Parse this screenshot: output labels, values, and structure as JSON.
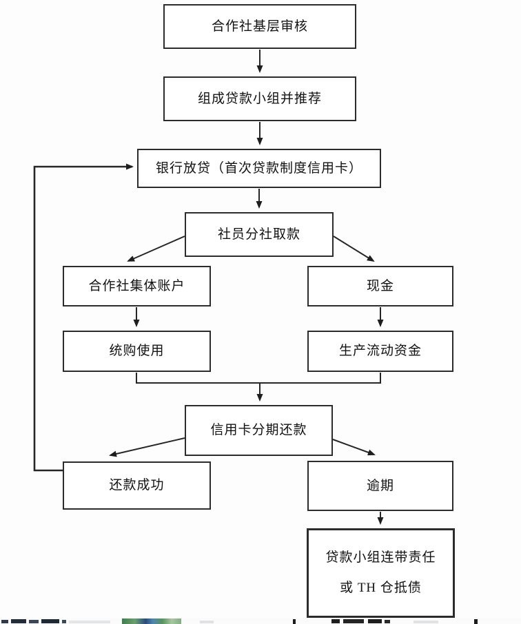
{
  "diagram": {
    "type": "flowchart",
    "line_color": "#262626",
    "box_border_color": "#2b2b2b",
    "background_color": "#fdfdfd",
    "nodes": [
      {
        "id": "review",
        "label": "合作社基层审核"
      },
      {
        "id": "group",
        "label": "组成贷款小组并推荐"
      },
      {
        "id": "bank",
        "label": "银行放贷（首次贷款制度信用卡）"
      },
      {
        "id": "withdraw",
        "label": "社员分社取款"
      },
      {
        "id": "account",
        "label": "合作社集体账户"
      },
      {
        "id": "cash",
        "label": "现金"
      },
      {
        "id": "purchase",
        "label": "统购使用"
      },
      {
        "id": "working",
        "label": "生产流动资金"
      },
      {
        "id": "repay",
        "label": "信用卡分期还款"
      },
      {
        "id": "success",
        "label": "还款成功"
      },
      {
        "id": "overdue",
        "label": "逾期"
      },
      {
        "id": "liability",
        "label": "贷款小组连带责任",
        "label2": "或 TH 仓抵债"
      }
    ],
    "edges": [
      {
        "from": "review",
        "to": "group"
      },
      {
        "from": "group",
        "to": "bank"
      },
      {
        "from": "bank",
        "to": "withdraw"
      },
      {
        "from": "withdraw",
        "to": "account"
      },
      {
        "from": "withdraw",
        "to": "cash"
      },
      {
        "from": "account",
        "to": "purchase"
      },
      {
        "from": "cash",
        "to": "working"
      },
      {
        "from": "purchase",
        "to": "repay"
      },
      {
        "from": "working",
        "to": "repay"
      },
      {
        "from": "repay",
        "to": "success"
      },
      {
        "from": "repay",
        "to": "overdue"
      },
      {
        "from": "overdue",
        "to": "liability"
      },
      {
        "from": "success",
        "to": "bank",
        "note": "feedback-loop"
      }
    ]
  }
}
